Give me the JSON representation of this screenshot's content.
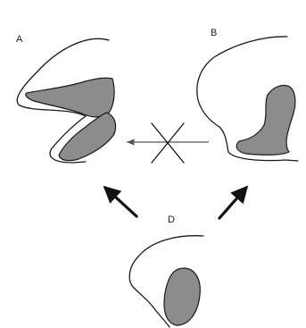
{
  "labels": {
    "a": "A",
    "b": "B",
    "d": "D"
  },
  "colors": {
    "outline": "#1a1a1a",
    "shaded_region": "#8c8c8c",
    "arrow": "#111111",
    "background": "#ffffff"
  },
  "icons": {
    "blocked_transition": "x-cross-icon",
    "development_arrow": "arrow-icon"
  }
}
